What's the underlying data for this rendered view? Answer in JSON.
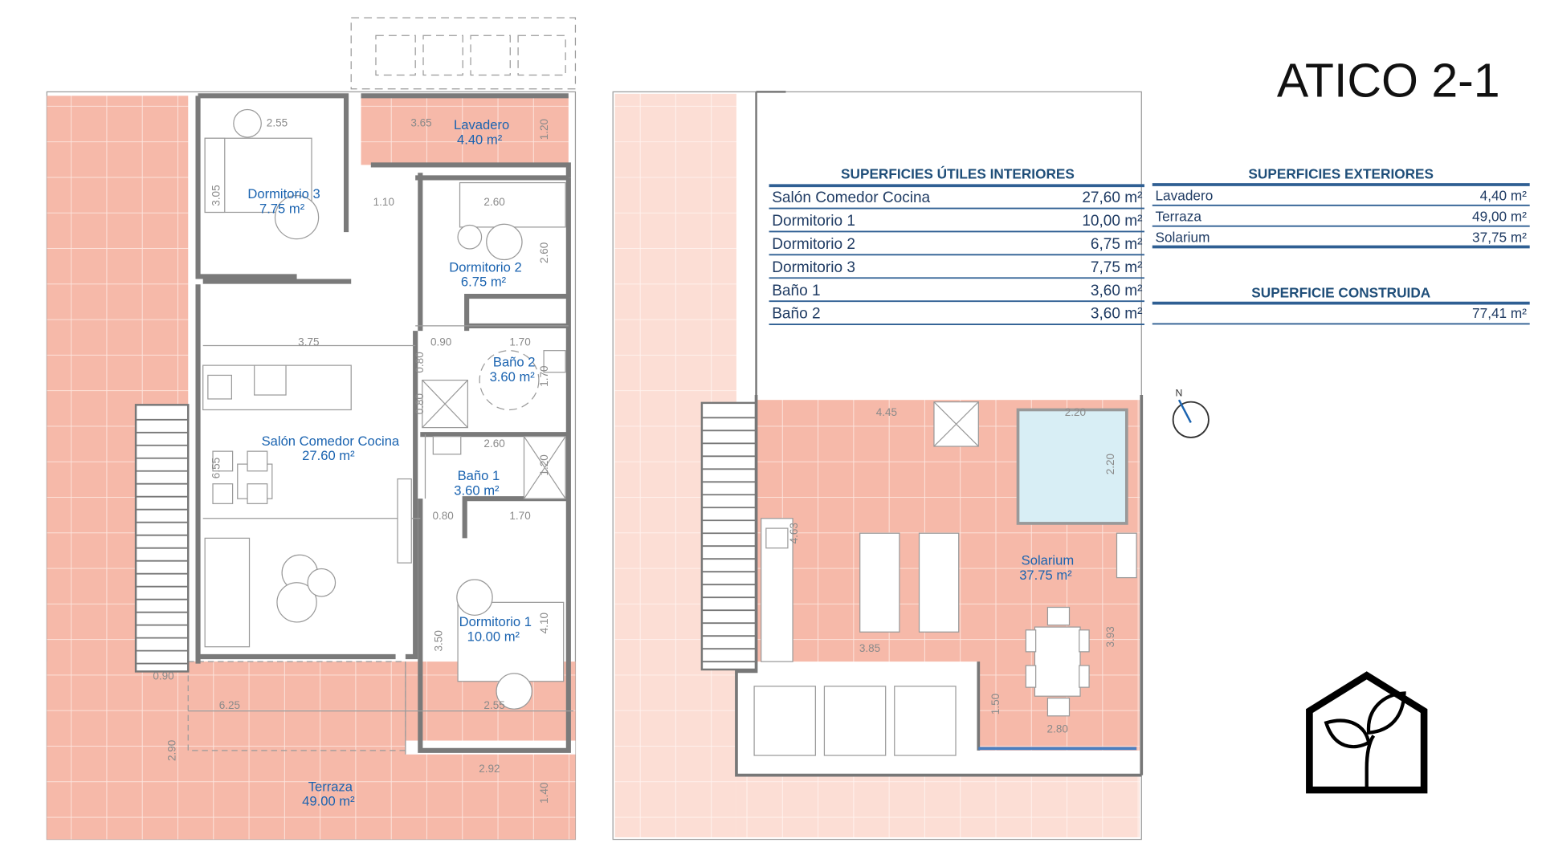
{
  "title": "ATICO 2-1",
  "compass_label": "N",
  "colors": {
    "terrace": "#f6b9a9",
    "room_label": "#1a63b0",
    "table_text": "#1f3b63",
    "pool": "#d8eef5"
  },
  "rooms": {
    "lavadero": {
      "name": "Lavadero",
      "area": "4.40 m²"
    },
    "dormitorio3": {
      "name": "Dormitorio 3",
      "area": "7.75 m²"
    },
    "dormitorio2": {
      "name": "Dormitorio 2",
      "area": "6.75 m²"
    },
    "bano2": {
      "name": "Baño 2",
      "area": "3.60 m²"
    },
    "salon": {
      "name": "Salón Comedor Cocina",
      "area": "27.60 m²"
    },
    "bano1": {
      "name": "Baño 1",
      "area": "3.60 m²"
    },
    "dormitorio1": {
      "name": "Dormitorio 1",
      "area": "10.00 m²"
    },
    "terraza": {
      "name": "Terraza",
      "area": "49.00 m²"
    },
    "solarium": {
      "name": "Solarium",
      "area": "37.75 m²"
    }
  },
  "dims": [
    "2.55",
    "3.65",
    "1.20",
    "3.05",
    "1.10",
    "2.60",
    "2.60",
    "3.75",
    "0.90",
    "1.70",
    "0.80",
    "1.70",
    "0.80",
    "2.60",
    "1.20",
    "6.55",
    "0.80",
    "1.70",
    "4.10",
    "3.50",
    "2.55",
    "0.90",
    "6.25",
    "2.90",
    "2.92",
    "1.40",
    "4.45",
    "2.20",
    "2.20",
    "4.63",
    "3.85",
    "3.93",
    "1.50",
    "2.80"
  ],
  "interior_table": {
    "heading": "SUPERFICIES ÚTILES INTERIORES",
    "rows": [
      {
        "name": "Salón Comedor Cocina",
        "area": "27,60 m²"
      },
      {
        "name": "Dormitorio 1",
        "area": "10,00 m²"
      },
      {
        "name": "Dormitorio 2",
        "area": "6,75 m²"
      },
      {
        "name": "Dormitorio 3",
        "area": "7,75 m²"
      },
      {
        "name": "Baño 1",
        "area": "3,60 m²"
      },
      {
        "name": "Baño 2",
        "area": "3,60 m²"
      }
    ]
  },
  "exterior_table": {
    "heading": "SUPERFICIES EXTERIORES",
    "rows": [
      {
        "name": "Lavadero",
        "area": "4,40 m²"
      },
      {
        "name": "Terraza",
        "area": "49,00 m²"
      },
      {
        "name": "Solarium",
        "area": "37,75 m²"
      }
    ]
  },
  "built_table": {
    "heading": "SUPERFICIE CONSTRUIDA",
    "area": "77,41 m²"
  }
}
